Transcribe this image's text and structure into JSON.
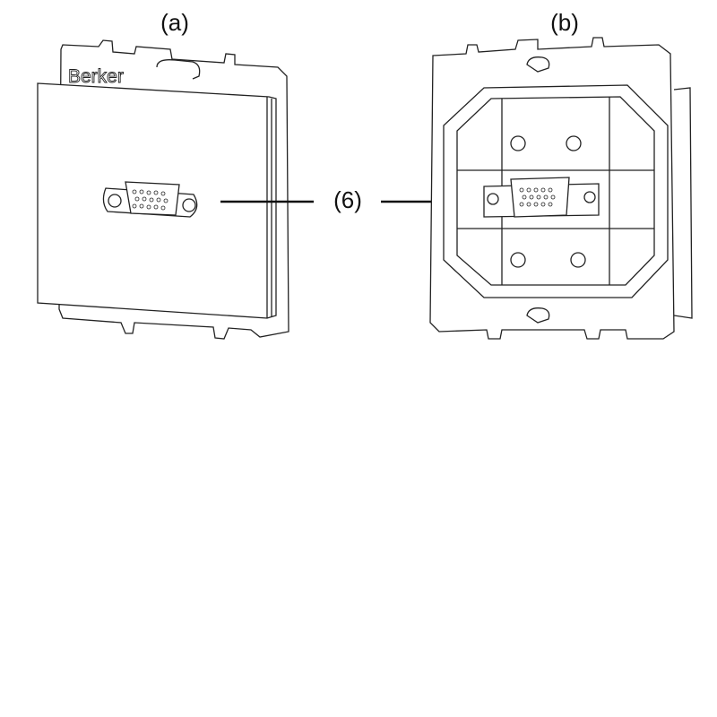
{
  "labels": {
    "a": "(a)",
    "b": "(b)",
    "callout": "(6)"
  },
  "brand_text": "Berker"
}
